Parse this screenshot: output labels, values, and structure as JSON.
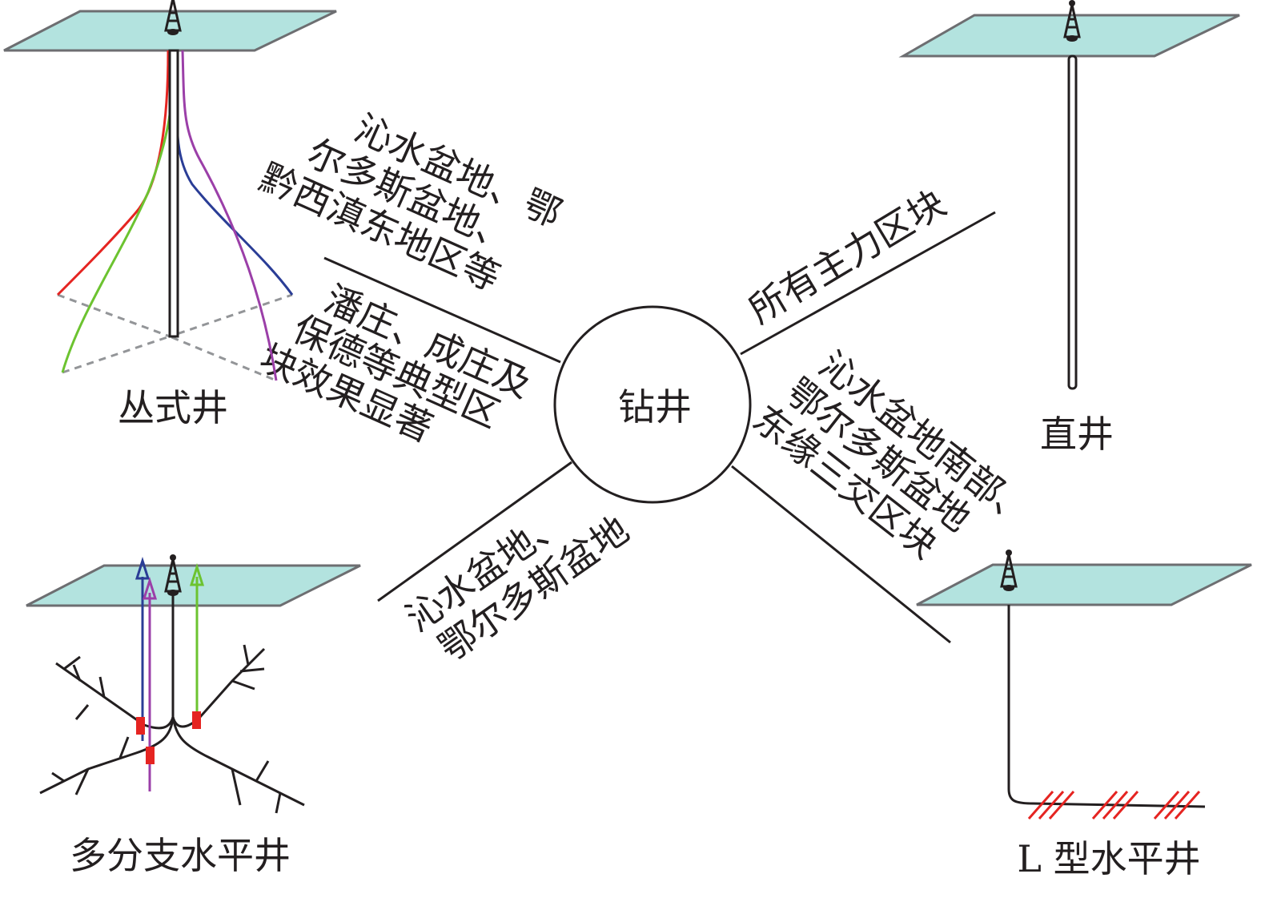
{
  "center": {
    "label": "钻井"
  },
  "wells": {
    "cluster": {
      "label": "丛式井"
    },
    "vertical": {
      "label": "直井"
    },
    "multilateral": {
      "label": "多分支水平井"
    },
    "l_horizontal": {
      "label": "L 型水平井"
    }
  },
  "branches": {
    "cluster_regions": [
      "沁水盆地、鄂",
      "尔多斯盆地、",
      "黔西滇东地区等"
    ],
    "cluster_effect": [
      "潘庄、成庄及",
      "保德等典型区",
      "块效果显著"
    ],
    "vertical_regions": [
      "所有主力区块"
    ],
    "multilateral_regions": [
      "沁水盆地、",
      "鄂尔多斯盆地"
    ],
    "l_regions": [
      "沁水盆地南部、",
      "鄂尔多斯盆地",
      "东缘三交区块"
    ]
  },
  "colors": {
    "plane": "#b3e3df",
    "red": "#e52421",
    "green": "#6cc330",
    "blue": "#2a3d96",
    "purple": "#9b3fa8"
  }
}
